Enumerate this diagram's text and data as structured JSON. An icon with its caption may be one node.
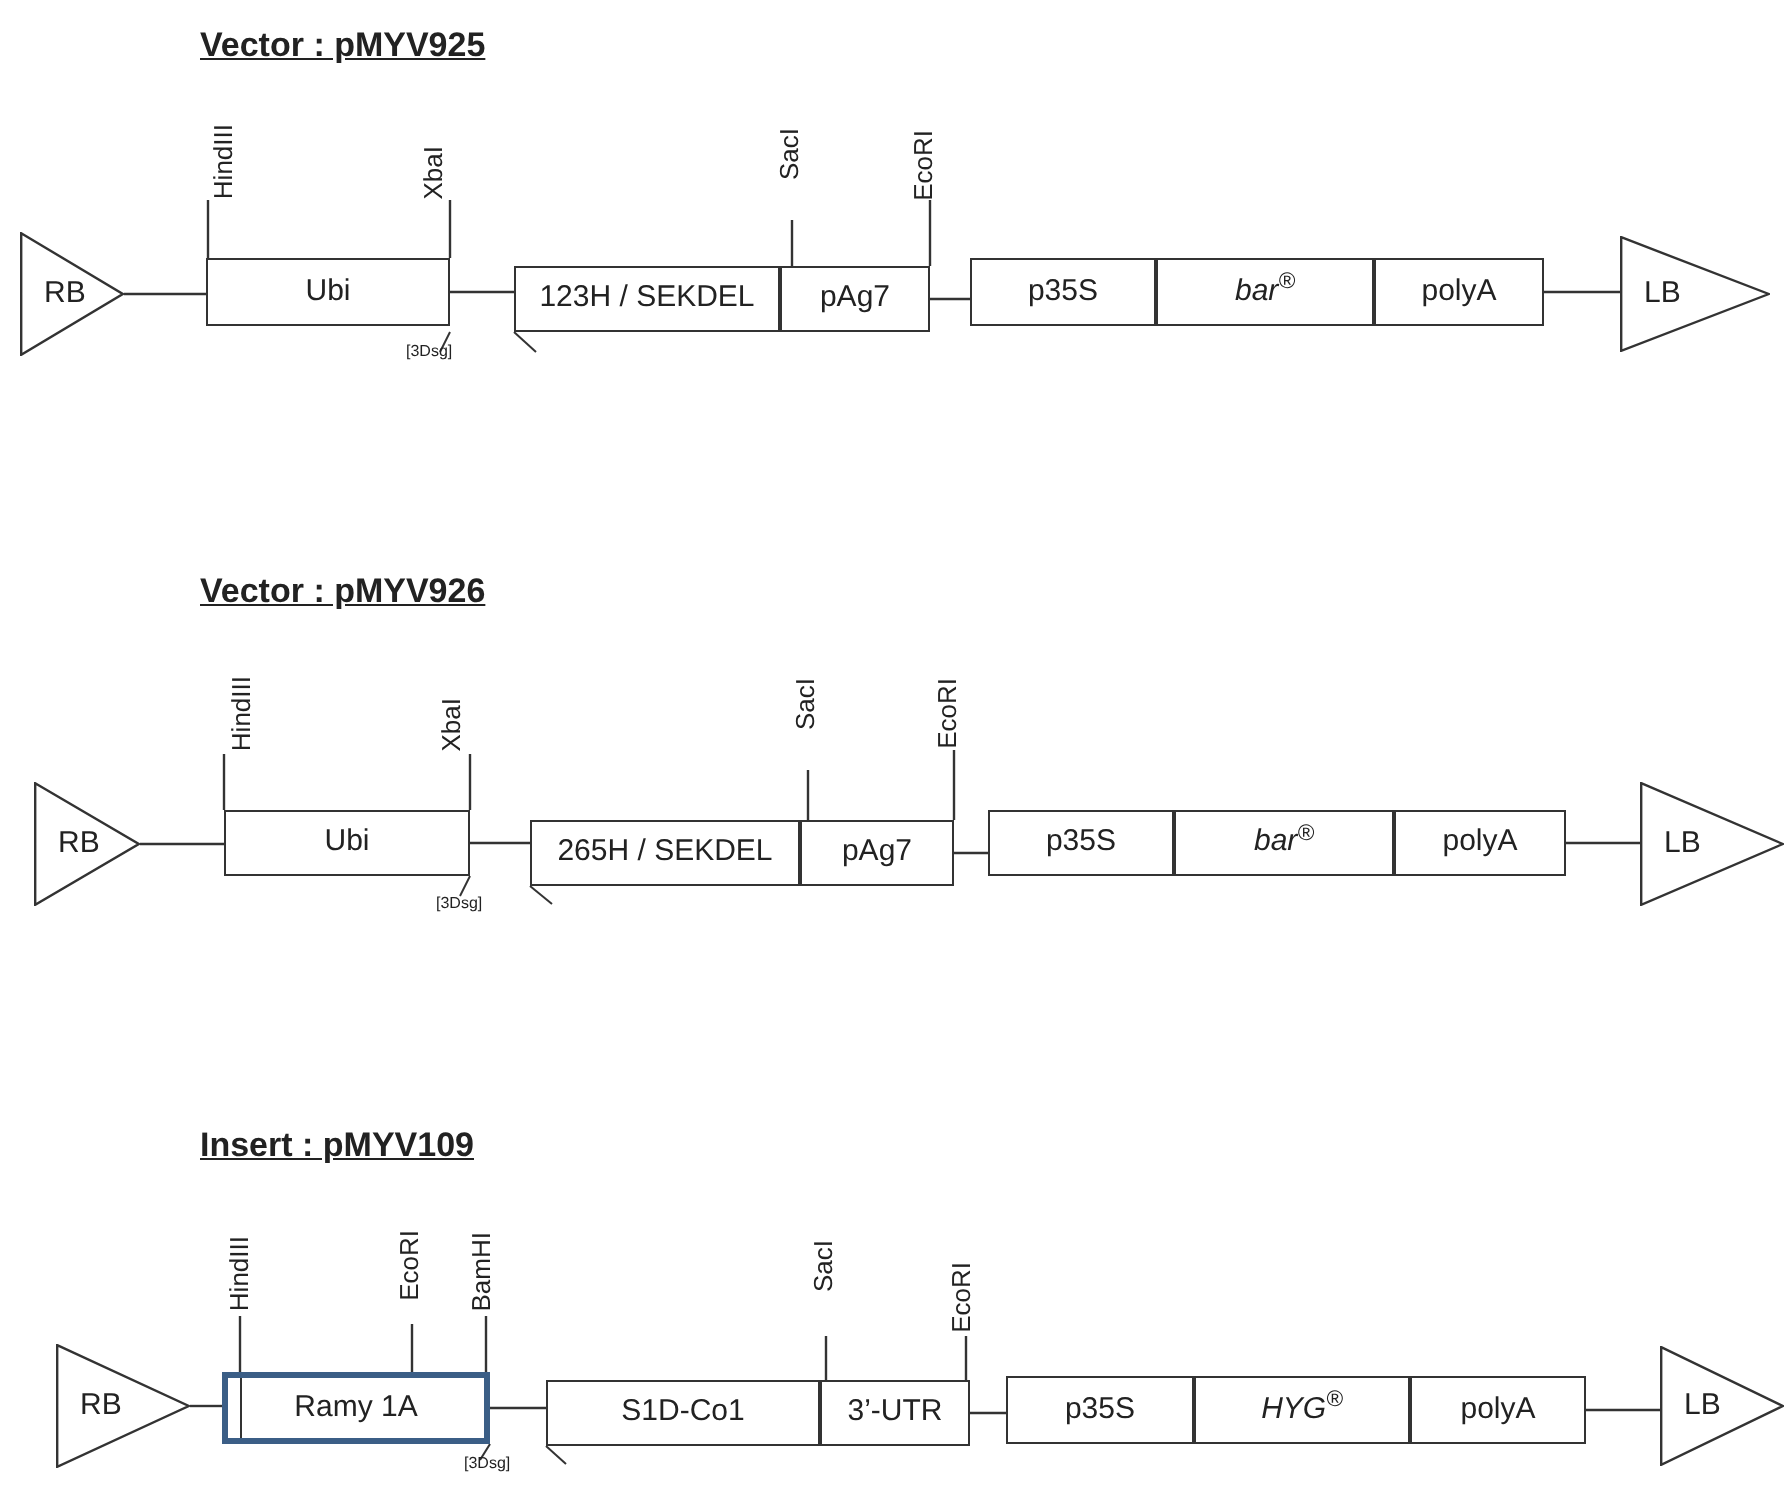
{
  "diagram": {
    "nodes": [
      {
        "text": [
          "RB"
        ]
      },
      {
        "text": [
          "Ubi"
        ],
        "beside": [
          "[3Dsg]"
        ]
      },
      {
        "text": [
          "123H  / SEKDEL"
        ]
      },
      {
        "text": [
          "pAg7"
        ]
      },
      {
        "text": [
          "p35S"
        ]
      },
      {
        "text": [
          "bar$^{®}$"
        ]
      },
      {
        "text": [
          "polyA"
        ]
      },
      {
        "text": [
          "LB"
        ]
      },
      {
        "text": [
          "RB"
        ]
      },
      {
        "text": [
          "Ubi"
        ],
        "beside": [
          "[3Dsg]"
        ]
      },
      {
        "text": [
          "265H  / SEKDEL"
        ]
      },
      {
        "text": [
          "pAg7"
        ]
      },
      {
        "text": [
          "p35S"
        ]
      },
      {
        "text": [
          "bar$^{®}$"
        ]
      },
      {
        "text": [
          "polyA"
        ]
      },
      {
        "text": [
          "LB"
        ]
      },
      {
        "text": [
          "RB"
        ]
      },
      {
        "text": [
          "Ramy 1A"
        ],
        "beside": [
          "[3Dsg]"
        ]
      },
      {
        "text": [
          "S1D-Co1"
        ]
      },
      {
        "text": [
          "3’-UTR"
        ]
      },
      {
        "text": [
          "p35S"
        ]
      },
      {
        "text": [
          "HYG$^{®}$"
        ]
      },
      {
        "text": [
          "polyA"
        ]
      },
      {
        "text": [
          "LB"
        ]
      },
      {
        "text": [
          "HindIII"
        ]
      },
      {
        "text": [
          "XbaI"
        ]
      },
      {
        "text": [
          "SacI"
        ]
      },
      {
        "text": [
          "EcoRI"
        ]
      },
      {
        "text": [
          "HindIII"
        ]
      },
      {
        "text": [
          "XbaI"
        ]
      },
      {
        "text": [
          "SacI"
        ]
      },
      {
        "text": [
          "EcoRI"
        ]
      },
      {
        "text": [
          "HindIII"
        ]
      },
      {
        "text": [
          "EcoRI"
        ]
      },
      {
        "text": [
          "BamHI"
        ]
      },
      {
        "text": [
          "SacI"
        ]
      },
      {
        "text": [
          "EcoRI"
        ]
      }
    ],
    "edges": [
      {
        "from": 0,
        "to": 1,
        "arrow": "none"
      },
      {
        "from": 1,
        "to": 2,
        "arrow": "none"
      },
      {
        "from": 3,
        "to": 4,
        "arrow": "none"
      },
      {
        "from": 6,
        "to": 7,
        "arrow": "none"
      },
      {
        "from": 8,
        "to": 9,
        "arrow": "none"
      },
      {
        "from": 9,
        "to": 10,
        "arrow": "none"
      },
      {
        "from": 11,
        "to": 12,
        "arrow": "none"
      },
      {
        "from": 14,
        "to": 15,
        "arrow": "none"
      },
      {
        "from": 16,
        "to": 17,
        "arrow": "none"
      },
      {
        "from": 17,
        "to": 18,
        "arrow": "none"
      },
      {
        "from": 19,
        "to": 20,
        "arrow": "none"
      },
      {
        "from": 22,
        "to": 23,
        "arrow": "none"
      },
      {
        "from": 24,
        "to": 1,
        "arrow": "none"
      },
      {
        "from": 25,
        "to": 1,
        "arrow": "none"
      },
      {
        "from": 26,
        "to": 3,
        "arrow": "none"
      },
      {
        "from": 27,
        "to": 3,
        "arrow": "none"
      },
      {
        "from": 28,
        "to": 9,
        "arrow": "none"
      },
      {
        "from": 29,
        "to": 9,
        "arrow": "none"
      },
      {
        "from": 30,
        "to": 11,
        "arrow": "none"
      },
      {
        "from": 31,
        "to": 11,
        "arrow": "none"
      },
      {
        "from": 32,
        "to": 17,
        "arrow": "none"
      },
      {
        "from": 33,
        "to": 17,
        "arrow": "none"
      },
      {
        "from": 34,
        "to": 17,
        "arrow": "none"
      },
      {
        "from": 35,
        "to": 19,
        "arrow": "none"
      },
      {
        "from": 36,
        "to": 19,
        "arrow": "none"
      }
    ],
    "labels": [
      "Vector : pMYV925",
      "Vector : pMYV926",
      "Insert : pMYV109"
    ]
  }
}
